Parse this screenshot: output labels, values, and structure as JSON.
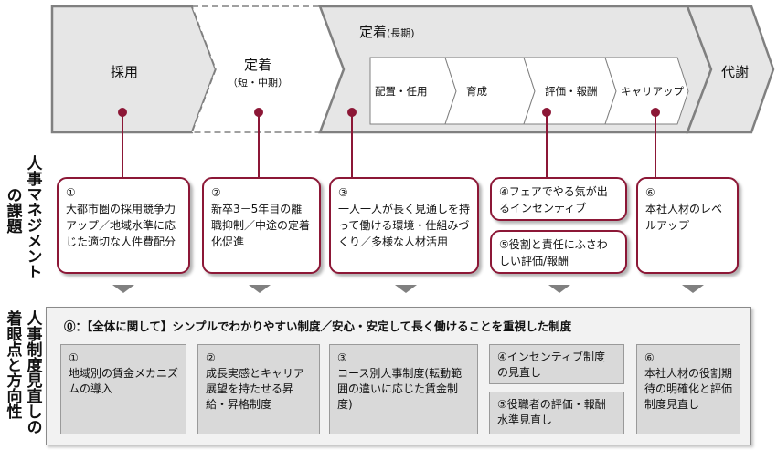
{
  "flow": {
    "saiyo": "採用",
    "teichaku_short": "定着",
    "teichaku_short_sub": "（短・中期）",
    "teichaku_long": "定着",
    "teichaku_long_sub": "(長期)",
    "daisha": "代謝",
    "substages": [
      "配置・任用",
      "育成",
      "評価・報酬",
      "キャリアップ"
    ]
  },
  "row_labels": {
    "issues": "人事マネジメントの課題",
    "focus": "人事制度見直しの着眼点と方向性"
  },
  "issues": [
    {
      "num": "①",
      "text": "大都市圏の採用競争力アップ／地域水準に応じた適切な人件費配分"
    },
    {
      "num": "②",
      "text": "新卒3－5年目の離職抑制／中途の定着化促進"
    },
    {
      "num": "③",
      "text": "一人一人が長く見通しを持って働ける環境・仕組みづくり／多様な人材活用"
    },
    {
      "num": "④",
      "text": "フェアでやる気が出るインセンティブ"
    },
    {
      "num": "⑤",
      "text": "役割と責任にふさわしい評価/報酬"
    },
    {
      "num": "⑥",
      "text": "本社人材のレベルアップ"
    }
  ],
  "focus": {
    "title": "⓪：【全体に関して】シンプルでわかりやすい制度／安心・安定して長く働けることを重視した制度",
    "items": [
      {
        "num": "①",
        "text": "地域別の賃金メカニズムの導入"
      },
      {
        "num": "②",
        "text": "成長実感とキャリア展望を持たせる昇給・昇格制度"
      },
      {
        "num": "③",
        "text": "コース別人事制度(転動範囲の違いに応じた賃金制度)"
      },
      {
        "num": "④",
        "text": "インセンティブ制度の見直し"
      },
      {
        "num": "⑤",
        "text": "役職者の評価・報酬水準見直し"
      },
      {
        "num": "⑥",
        "text": "本社人材の役割期待の明確化と評価制度見直し"
      }
    ]
  },
  "colors": {
    "accent": "#8c1736",
    "arrow_fill": "#e6e6e6",
    "arrow_stroke": "#808080",
    "panel": "#f2f2f2",
    "item": "#d9d9d9"
  }
}
